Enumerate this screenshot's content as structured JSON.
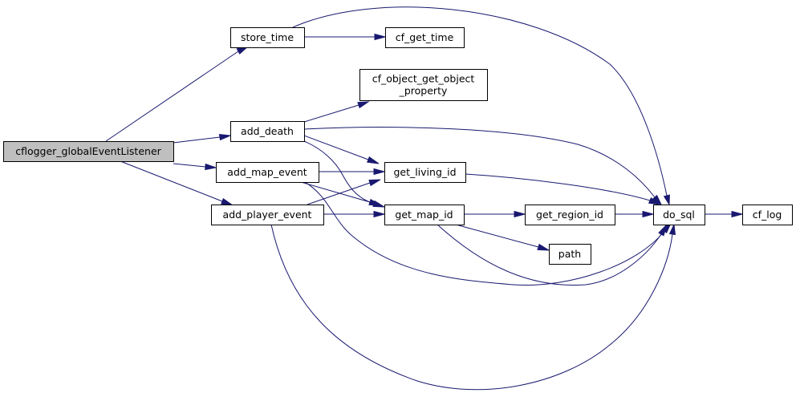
{
  "diagram": {
    "type": "call-graph",
    "colors": {
      "edge": "#191970",
      "root_fill": "#bfbfbf",
      "node_fill": "#ffffff",
      "node_stroke": "#000000"
    },
    "nodes": [
      {
        "id": "cflogger_globalEventListener",
        "lines": [
          "cflogger_globalEventListener"
        ],
        "root": true
      },
      {
        "id": "store_time",
        "lines": [
          "store_time"
        ]
      },
      {
        "id": "cf_get_time",
        "lines": [
          "cf_get_time"
        ]
      },
      {
        "id": "cf_object_get_object_property",
        "lines": [
          "cf_object_get_object",
          "_property"
        ]
      },
      {
        "id": "add_death",
        "lines": [
          "add_death"
        ]
      },
      {
        "id": "add_map_event",
        "lines": [
          "add_map_event"
        ]
      },
      {
        "id": "add_player_event",
        "lines": [
          "add_player_event"
        ]
      },
      {
        "id": "get_living_id",
        "lines": [
          "get_living_id"
        ]
      },
      {
        "id": "get_map_id",
        "lines": [
          "get_map_id"
        ]
      },
      {
        "id": "get_region_id",
        "lines": [
          "get_region_id"
        ]
      },
      {
        "id": "path",
        "lines": [
          "path"
        ]
      },
      {
        "id": "do_sql",
        "lines": [
          "do_sql"
        ]
      },
      {
        "id": "cf_log",
        "lines": [
          "cf_log"
        ]
      }
    ],
    "edges": [
      {
        "from": "cflogger_globalEventListener",
        "to": "store_time"
      },
      {
        "from": "cflogger_globalEventListener",
        "to": "add_death"
      },
      {
        "from": "cflogger_globalEventListener",
        "to": "add_map_event"
      },
      {
        "from": "cflogger_globalEventListener",
        "to": "add_player_event"
      },
      {
        "from": "store_time",
        "to": "cf_get_time"
      },
      {
        "from": "store_time",
        "to": "do_sql"
      },
      {
        "from": "add_death",
        "to": "cf_object_get_object_property"
      },
      {
        "from": "add_death",
        "to": "do_sql"
      },
      {
        "from": "add_death",
        "to": "get_living_id"
      },
      {
        "from": "add_death",
        "to": "get_map_id"
      },
      {
        "from": "add_map_event",
        "to": "get_living_id"
      },
      {
        "from": "add_map_event",
        "to": "get_map_id"
      },
      {
        "from": "add_map_event",
        "to": "do_sql"
      },
      {
        "from": "add_player_event",
        "to": "get_living_id"
      },
      {
        "from": "add_player_event",
        "to": "get_map_id"
      },
      {
        "from": "add_player_event",
        "to": "do_sql"
      },
      {
        "from": "get_living_id",
        "to": "do_sql"
      },
      {
        "from": "get_map_id",
        "to": "get_region_id"
      },
      {
        "from": "get_map_id",
        "to": "path"
      },
      {
        "from": "get_map_id",
        "to": "do_sql"
      },
      {
        "from": "get_region_id",
        "to": "do_sql"
      },
      {
        "from": "do_sql",
        "to": "cf_log"
      }
    ]
  }
}
